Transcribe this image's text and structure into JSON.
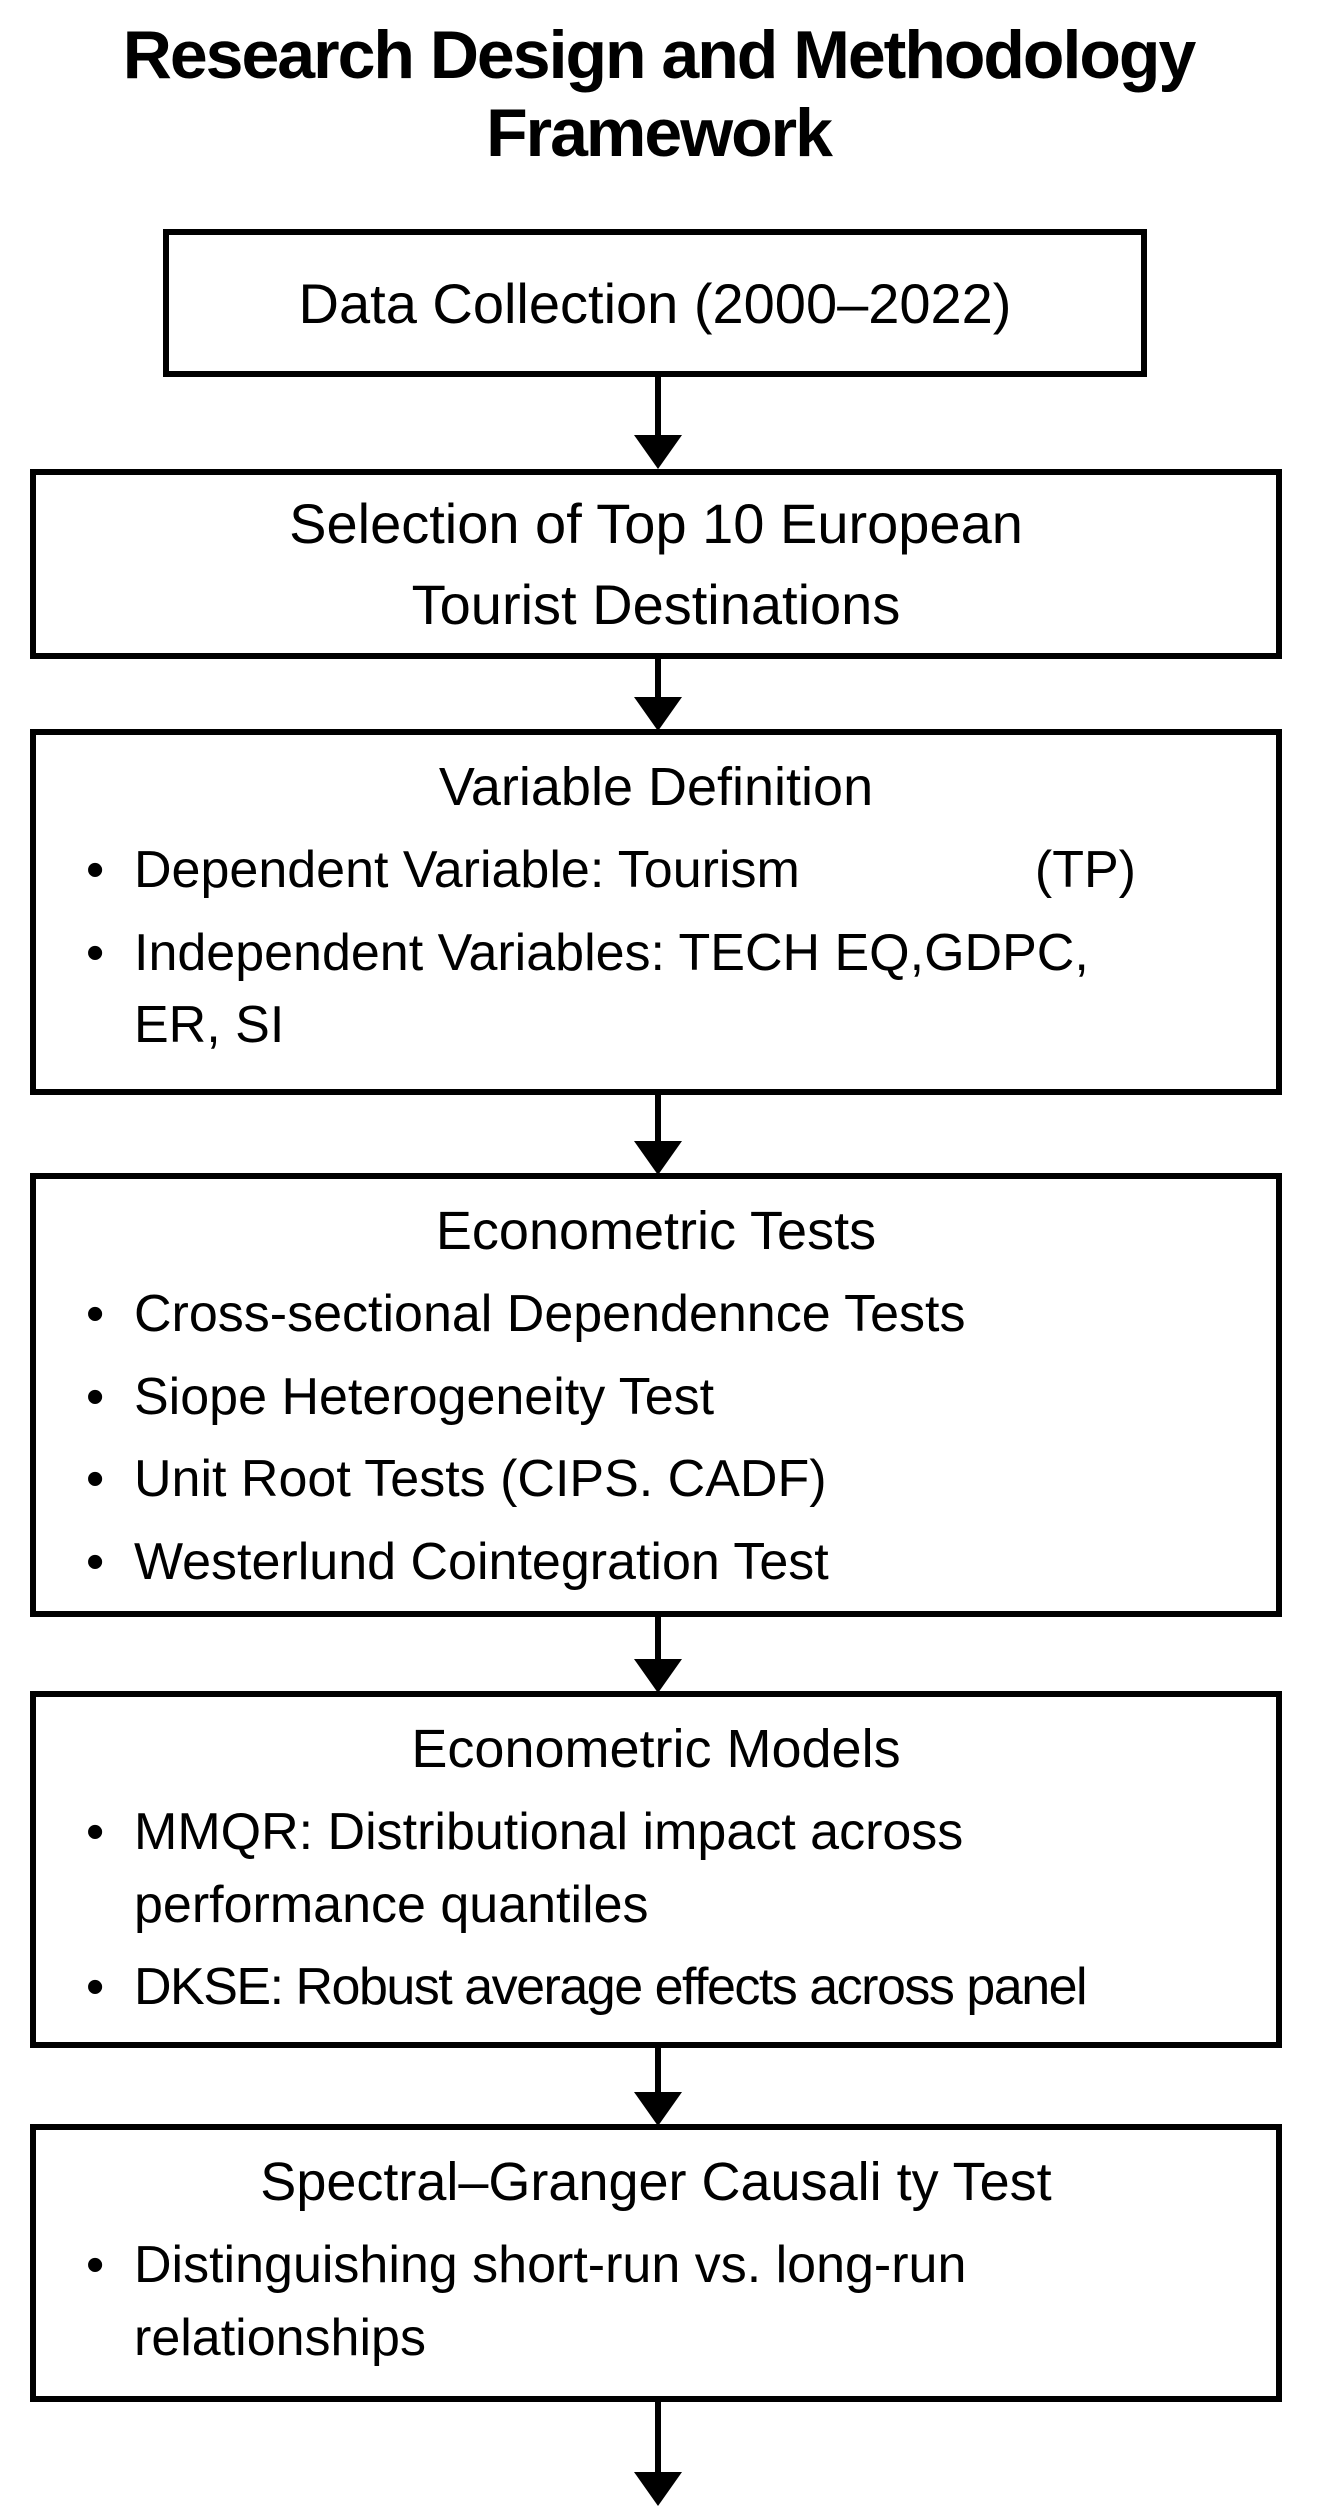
{
  "title": {
    "line1": "Research Design and Methodology",
    "line2": "Framework"
  },
  "colors": {
    "ink": "#000000",
    "background": "#ffffff",
    "border": "#000000"
  },
  "glyphs": {
    "bullet": "•"
  },
  "flowchart": {
    "boxes": [
      {
        "id": "data-collection",
        "label": "Data Collection (2000–2022)"
      },
      {
        "id": "destination-selection",
        "lines": [
          "Selection of Top 10 European",
          "Tourist Destinations"
        ]
      },
      {
        "id": "variable-definition",
        "title": "Variable Definition",
        "bullets": [
          {
            "text": "Dependent Variable: Tourism",
            "suffix": "(TP)"
          },
          {
            "lines": [
              "Independent Variables: TECH EQ,GDPC,",
              "ER, SI"
            ]
          }
        ]
      },
      {
        "id": "econometric-tests",
        "title": "Econometric Tests",
        "bullets": [
          {
            "text": "Cross-sectional Dependennce Tests"
          },
          {
            "text": "Siope Heterogeneity Test"
          },
          {
            "text": "Unit Root Tests (CIPS. CADF)"
          },
          {
            "text": "Westerlund Cointegration Test"
          }
        ]
      },
      {
        "id": "econometric-models",
        "title": "Econometric Models",
        "bullets": [
          {
            "lines": [
              "MMQR: Distributional impact across",
              "performance quantiles"
            ]
          },
          {
            "text": "DKSE: Robust average effects across panel"
          }
        ]
      },
      {
        "id": "spectral-granger-causality",
        "title": "Spectral–Granger Causali ty Test",
        "bullets": [
          {
            "lines": [
              "Distinguishing short-run vs. long-run",
              "relationships"
            ]
          }
        ]
      }
    ]
  }
}
